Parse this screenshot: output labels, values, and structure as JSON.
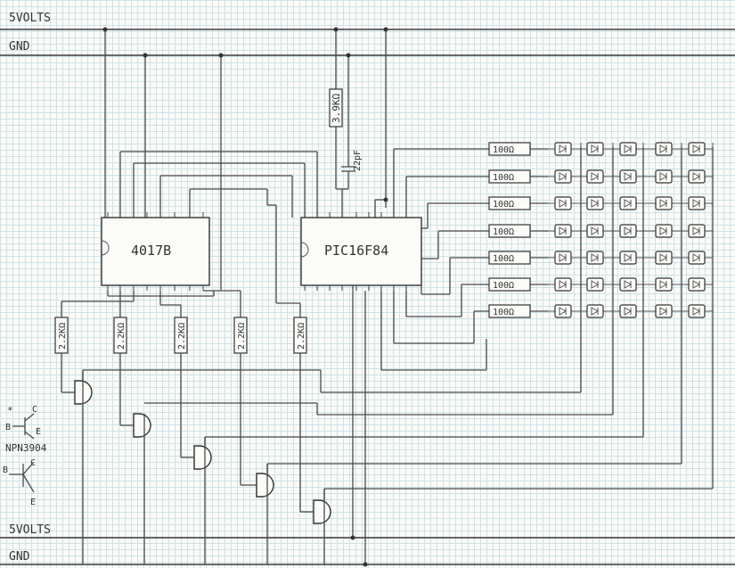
{
  "rails": {
    "top_vcc": "5VOLTS",
    "top_gnd": "GND",
    "bottom_vcc": "5VOLTS",
    "bottom_gnd": "GND"
  },
  "chips": {
    "counter": "4017B",
    "mcu": "PIC16F84"
  },
  "components": {
    "pullup_resistor": "3.9KΩ",
    "capacitor": "22pF",
    "row_resistors": [
      "100Ω",
      "100Ω",
      "100Ω",
      "100Ω",
      "100Ω",
      "100Ω",
      "100Ω"
    ],
    "base_resistors": [
      "2.2KΩ",
      "2.2KΩ",
      "2.2KΩ",
      "2.2KΩ",
      "2.2KΩ"
    ]
  },
  "legend": {
    "transistor_type": "NPN3904",
    "b": "B",
    "c": "C",
    "e": "E",
    "b2": "B",
    "c2": "C",
    "e2": "E",
    "star": "*"
  },
  "matrix": {
    "rows": 7,
    "cols": 5
  }
}
